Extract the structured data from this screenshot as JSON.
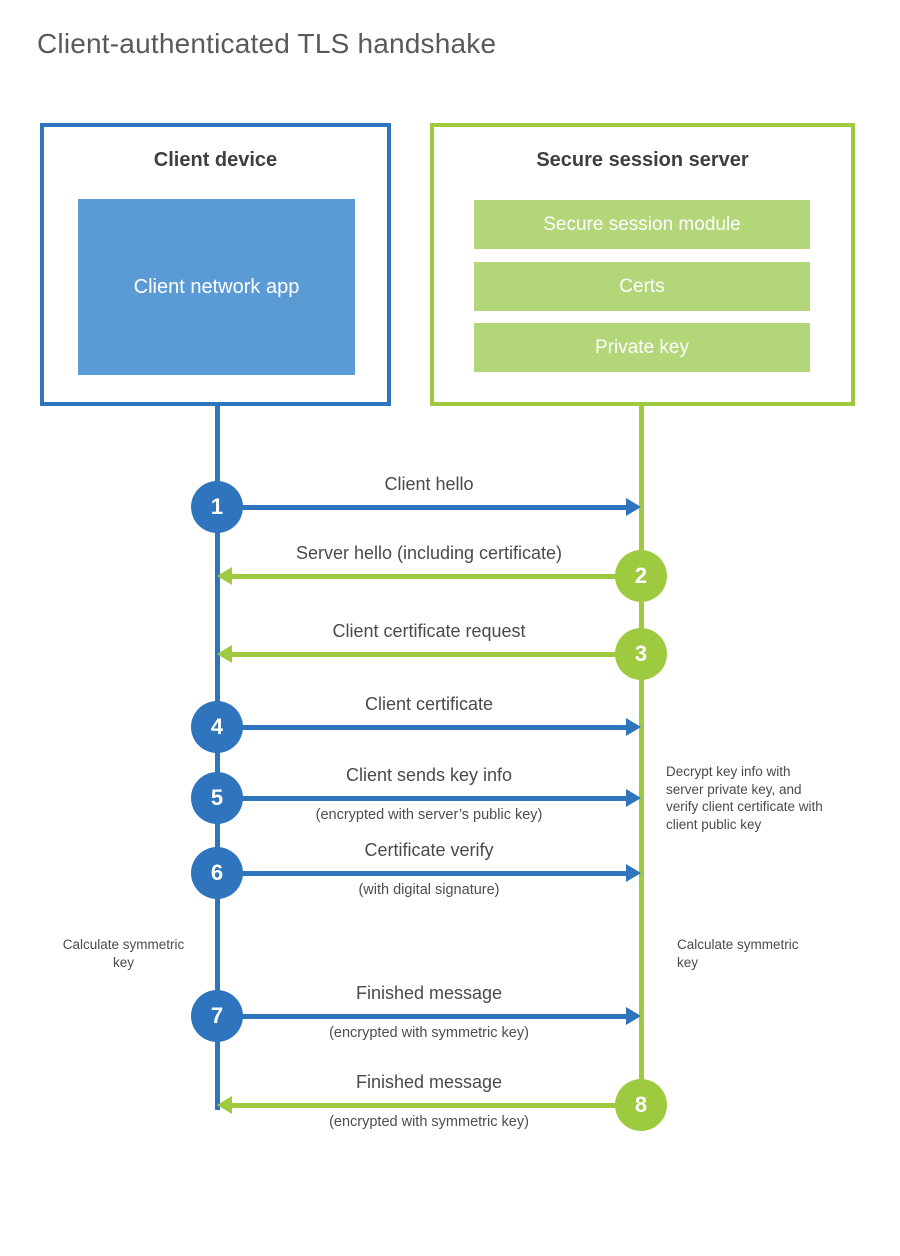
{
  "title": "Client-authenticated TLS handshake",
  "colors": {
    "blue": "#2e75bd",
    "blue_fill": "#5b9bd5",
    "green": "#9dca3f",
    "green_fill": "#b2d678"
  },
  "client_device": {
    "title": "Client device",
    "app": "Client network app"
  },
  "server": {
    "title": "Secure session server",
    "modules": [
      "Secure session module",
      "Certs",
      "Private key"
    ]
  },
  "steps": [
    {
      "number": "1",
      "from": "client",
      "to": "server",
      "label": "Client hello",
      "sublabel": ""
    },
    {
      "number": "2",
      "from": "server",
      "to": "client",
      "label": "Server hello (including certificate)",
      "sublabel": ""
    },
    {
      "number": "3",
      "from": "server",
      "to": "client",
      "label": "Client certificate request",
      "sublabel": ""
    },
    {
      "number": "4",
      "from": "client",
      "to": "server",
      "label": "Client certificate",
      "sublabel": ""
    },
    {
      "number": "5",
      "from": "client",
      "to": "server",
      "label": "Client sends key info",
      "sublabel": "(encrypted with server’s public key)"
    },
    {
      "number": "6",
      "from": "client",
      "to": "server",
      "label": "Certificate verify",
      "sublabel": "(with digital signature)"
    },
    {
      "number": "7",
      "from": "client",
      "to": "server",
      "label": "Finished message",
      "sublabel": "(encrypted with symmetric key)"
    },
    {
      "number": "8",
      "from": "server",
      "to": "client",
      "label": "Finished message",
      "sublabel": "(encrypted with symmetric key)"
    }
  ],
  "notes": {
    "decrypt": "Decrypt key info with server private key, and verify client certificate with client public key",
    "calculate_left": "Calculate symmetric key",
    "calculate_right": "Calculate symmetric key"
  }
}
